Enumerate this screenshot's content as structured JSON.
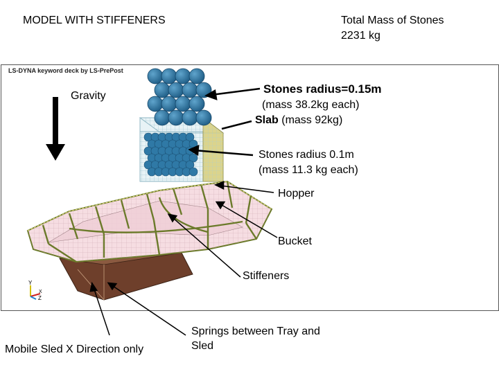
{
  "header": {
    "title": "MODEL WITH STIFFENERS",
    "mass_label": "Total Mass of Stones",
    "mass_value": "2231 kg"
  },
  "viewport": {
    "title": "LS-DYNA keyword deck by LS-PrePost",
    "axis_y": "Y",
    "axis_z": "Z",
    "axis_x": "X"
  },
  "labels": {
    "gravity": "Gravity",
    "stones_big": "Stones radius=0.15m",
    "stones_big_mass": "(mass 38.2kg each)",
    "slab": "Slab",
    "slab_mass": "(mass 92kg)",
    "stones_small": "Stones radius 0.1m",
    "stones_small_mass": "(mass 11.3 kg each)",
    "hopper": "Hopper",
    "bucket": "Bucket",
    "stiffeners": "Stiffeners",
    "sled": "Mobile Sled X Direction only",
    "springs_1": "Springs between Tray and",
    "springs_2": "Sled"
  },
  "colors": {
    "stone": "#2f79a6",
    "hopper_fill": "#f6dde2",
    "stiffener": "#6b7a2a",
    "sled": "#7a4a35",
    "box_edge": "#9ec4cf",
    "slab": "#c9b34a"
  }
}
